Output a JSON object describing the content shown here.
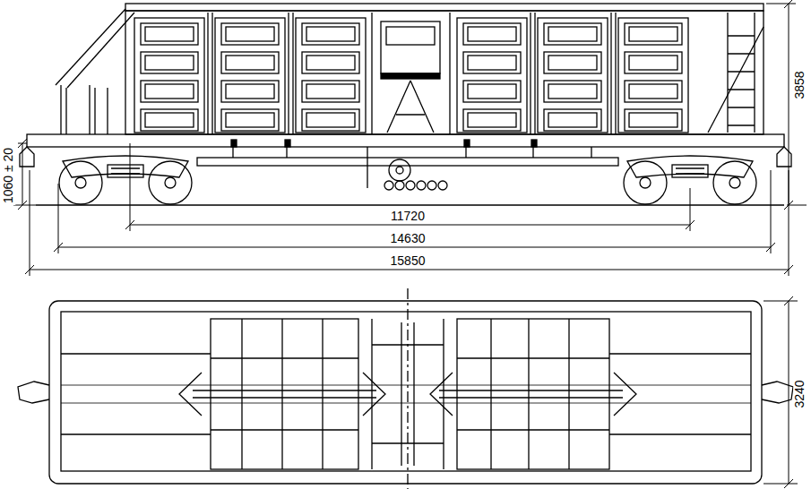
{
  "diagram": {
    "labels": [
      "3858",
      "1060 ± 20",
      "11720",
      "14630",
      "15850",
      "3240"
    ]
  }
}
